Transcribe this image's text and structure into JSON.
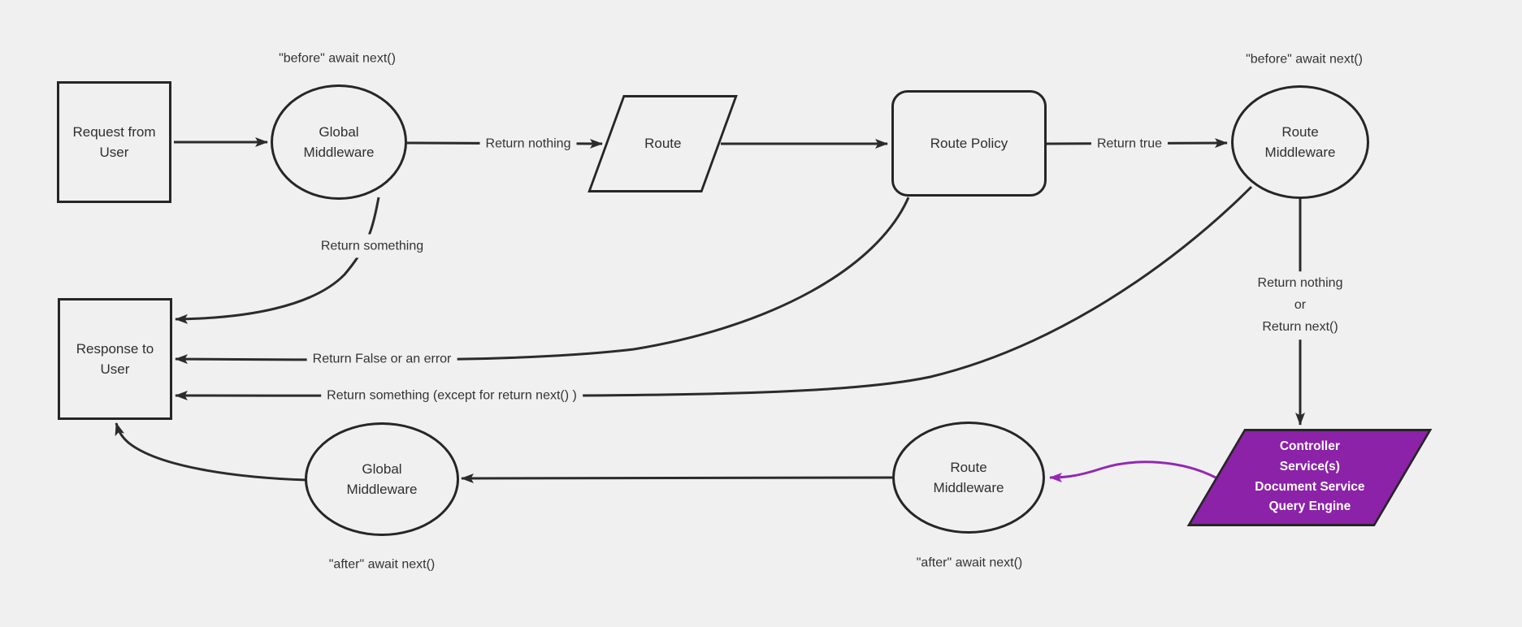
{
  "canvas": {
    "background_color": "#f0f0f0",
    "stroke_color": "#2b2b2b",
    "purple_fill": "#8c22a8",
    "purple_arrow_color": "#9228b4",
    "text_color": "#333333"
  },
  "nodes": {
    "request": {
      "label": "Request from\nUser",
      "shape": "rectangle"
    },
    "global_middleware_top": {
      "label": "Global\nMiddleware",
      "shape": "ellipse"
    },
    "route": {
      "label": "Route",
      "shape": "parallelogram"
    },
    "route_policy": {
      "label": "Route Policy",
      "shape": "rounded-rectangle"
    },
    "route_middleware_top": {
      "label": "Route\nMiddleware",
      "shape": "ellipse"
    },
    "response": {
      "label": "Response to\nUser",
      "shape": "rectangle"
    },
    "global_middleware_bottom": {
      "label": "Global\nMiddleware",
      "shape": "ellipse"
    },
    "route_middleware_bottom": {
      "label": "Route\nMiddleware",
      "shape": "ellipse"
    },
    "controller": {
      "label": "Controller\nService(s)\nDocument Service\nQuery Engine",
      "shape": "parallelogram"
    }
  },
  "labels": {
    "before_await_left": "\"before\" await next()",
    "before_await_right": "\"before\" await next()",
    "return_nothing_top": "Return nothing",
    "return_true": "Return true",
    "return_something": "Return something",
    "return_false": "Return False or an error",
    "return_something_except": "Return something (except for return next() )",
    "return_nothing_or_next": "Return nothing\nor\nReturn next()",
    "after_await_left": "\"after\" await next()",
    "after_await_right": "\"after\" await next()"
  },
  "edges": [
    {
      "from": "request",
      "to": "global_middleware_top"
    },
    {
      "from": "global_middleware_top",
      "to": "route",
      "label": "Return nothing"
    },
    {
      "from": "route",
      "to": "route_policy"
    },
    {
      "from": "route_policy",
      "to": "route_middleware_top",
      "label": "Return true"
    },
    {
      "from": "global_middleware_top",
      "to": "response",
      "label": "Return something"
    },
    {
      "from": "route_policy",
      "to": "response",
      "label": "Return False or an error"
    },
    {
      "from": "route_middleware_top",
      "to": "response",
      "label": "Return something (except for return next() )"
    },
    {
      "from": "route_middleware_top",
      "to": "controller",
      "label": "Return nothing\nor\nReturn next()"
    },
    {
      "from": "controller",
      "to": "route_middleware_bottom",
      "color": "purple"
    },
    {
      "from": "route_middleware_bottom",
      "to": "global_middleware_bottom"
    },
    {
      "from": "global_middleware_bottom",
      "to": "response"
    }
  ]
}
